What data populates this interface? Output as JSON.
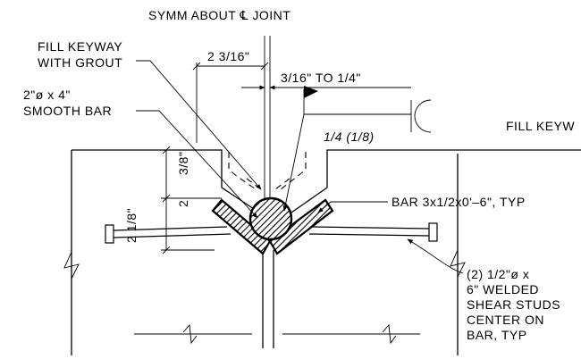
{
  "labels": {
    "symm": "SYMM ABOUT ℄ JOINT",
    "fill_keyway_1": "FILL KEYWAY",
    "fill_keyway_2": "WITH GROUT",
    "smooth_bar_1": "2\"ø x 4\"",
    "smooth_bar_2": "SMOOTH BAR",
    "dim_2_3_16": "2 3/16\"",
    "dim_3_16_to_1_4": "3/16\" TO 1/4\"",
    "weld_size": "1/4 (1/8)",
    "fill_keyway_right": "FILL KEYW",
    "dim_3_8": "3/8\"",
    "dim_2_upper": "2",
    "dim_2_1_8": "2 1/8\"",
    "bar_spec": "BAR 3x1/2x0'–6\", TYP",
    "studs_1": "(2) 1/2\"ø x",
    "studs_2": "6\" WELDED",
    "studs_3": "SHEAR STUDS",
    "studs_4": "CENTER ON",
    "studs_5": "BAR, TYP"
  }
}
